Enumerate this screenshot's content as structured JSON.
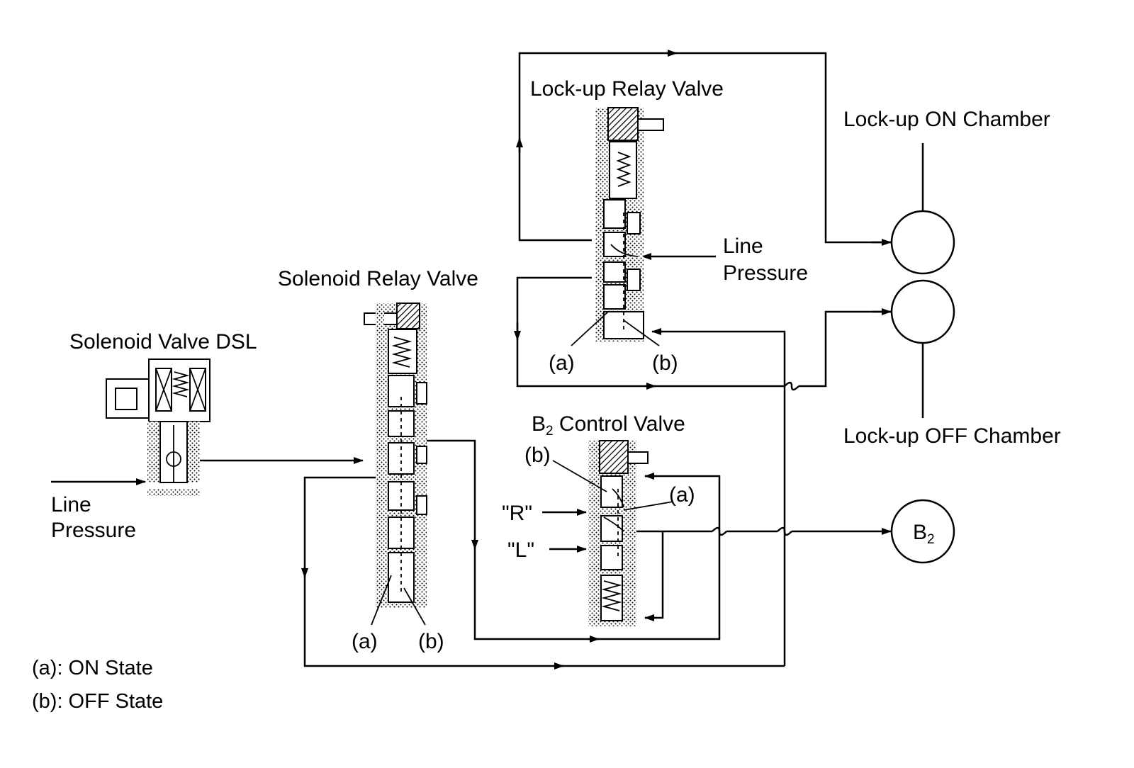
{
  "diagram": {
    "labels": {
      "lockup_relay_valve": "Lock-up Relay Valve",
      "lockup_on_chamber": "Lock-up ON Chamber",
      "lockup_off_chamber": "Lock-up OFF Chamber",
      "line_pressure_right_1": "Line",
      "line_pressure_right_2": "Pressure",
      "solenoid_relay_valve": "Solenoid Relay Valve",
      "solenoid_valve_dsl": "Solenoid Valve DSL",
      "line_pressure_left_1": "Line",
      "line_pressure_left_2": "Pressure",
      "b2_control_valve_main": "B",
      "b2_control_valve_sub": "2",
      "b2_control_valve_rest": " Control Valve",
      "b2_chamber_main": "B",
      "b2_chamber_sub": "2",
      "r_port": "\"R\"",
      "l_port": "\"L\""
    },
    "state_markers": {
      "a": "(a)",
      "b": "(b)"
    },
    "legend": {
      "a": "(a): ON State",
      "b": "(b): OFF State"
    }
  }
}
